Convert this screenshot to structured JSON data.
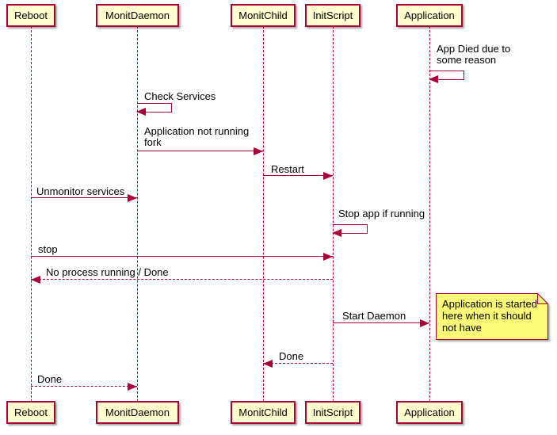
{
  "diagram": {
    "type": "sequence-diagram",
    "colors": {
      "accent": "#A80036",
      "participant_fill": "#FEFECE",
      "note_fill": "#FBFB77",
      "text": "#000000",
      "background": "#FFFFFF"
    },
    "participants": [
      {
        "name": "Reboot"
      },
      {
        "name": "MonitDaemon"
      },
      {
        "name": "MonitChild"
      },
      {
        "name": "InitScript"
      },
      {
        "name": "Application"
      }
    ],
    "messages": [
      {
        "from": "Application",
        "to": "Application",
        "kind": "self",
        "style": "solid",
        "label": "App Died due to\nsome reason"
      },
      {
        "from": "MonitDaemon",
        "to": "MonitDaemon",
        "kind": "self",
        "style": "solid",
        "label": "Check Services"
      },
      {
        "from": "MonitDaemon",
        "to": "MonitChild",
        "kind": "arrow",
        "style": "solid",
        "label": "Application not running\nfork"
      },
      {
        "from": "MonitChild",
        "to": "InitScript",
        "kind": "arrow",
        "style": "solid",
        "label": "Restart"
      },
      {
        "from": "Reboot",
        "to": "MonitDaemon",
        "kind": "arrow",
        "style": "solid",
        "label": "Unmonitor services"
      },
      {
        "from": "InitScript",
        "to": "InitScript",
        "kind": "self",
        "style": "solid",
        "label": "Stop app if running"
      },
      {
        "from": "Reboot",
        "to": "InitScript",
        "kind": "arrow",
        "style": "solid",
        "label": "stop"
      },
      {
        "from": "InitScript",
        "to": "Reboot",
        "kind": "arrow",
        "style": "dashed",
        "label": "No process running / Done"
      },
      {
        "from": "InitScript",
        "to": "Application",
        "kind": "arrow",
        "style": "solid",
        "label": "Start Daemon"
      },
      {
        "from": "InitScript",
        "to": "MonitChild",
        "kind": "arrow",
        "style": "dashed",
        "label": "Done"
      },
      {
        "from": "Reboot",
        "to": "MonitDaemon",
        "kind": "arrow",
        "style": "dashed",
        "label": "Done"
      }
    ],
    "note": {
      "attached_to": "Application",
      "text": "Application is started\nhere when it should\nnot have"
    }
  }
}
